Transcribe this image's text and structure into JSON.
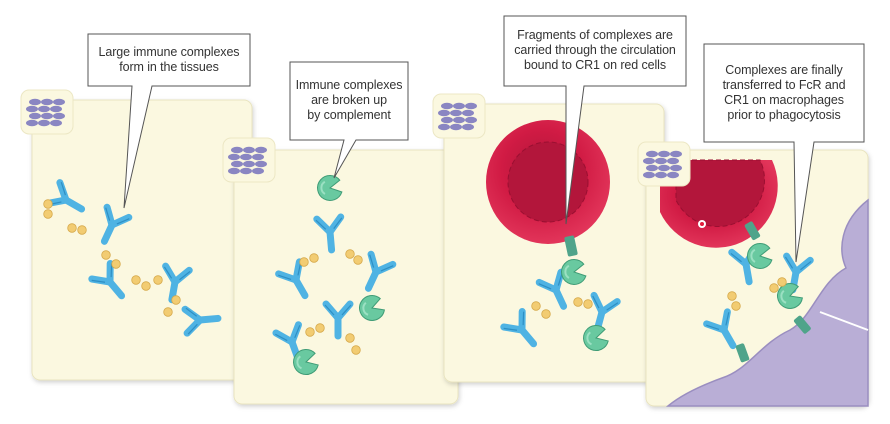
{
  "panels": [
    {
      "caption": "Large immune complexes\nform in the tissues"
    },
    {
      "caption": "Immune complexes\nare broken up\nby complement"
    },
    {
      "caption": "Fragments of complexes are\ncarried through the circulation\nbound to CR1 on red cells"
    },
    {
      "caption": "Complexes are finally\ntransferred to FcR and\nCR1 on macrophages\nprior to phagocytosis"
    }
  ],
  "colors": {
    "panel_bg": "#fbf8e0",
    "antibody": "#4fb3e3",
    "antigen": "#f2cc72",
    "complement": "#69c9a0",
    "red_cell": "#d81e45",
    "macrophage": "#b9aed6",
    "tissue_icon": "#8a86c2"
  },
  "icons": [
    "tissue-icon",
    "antibody-icon",
    "complement-icon",
    "red-cell-icon",
    "macrophage-icon"
  ]
}
